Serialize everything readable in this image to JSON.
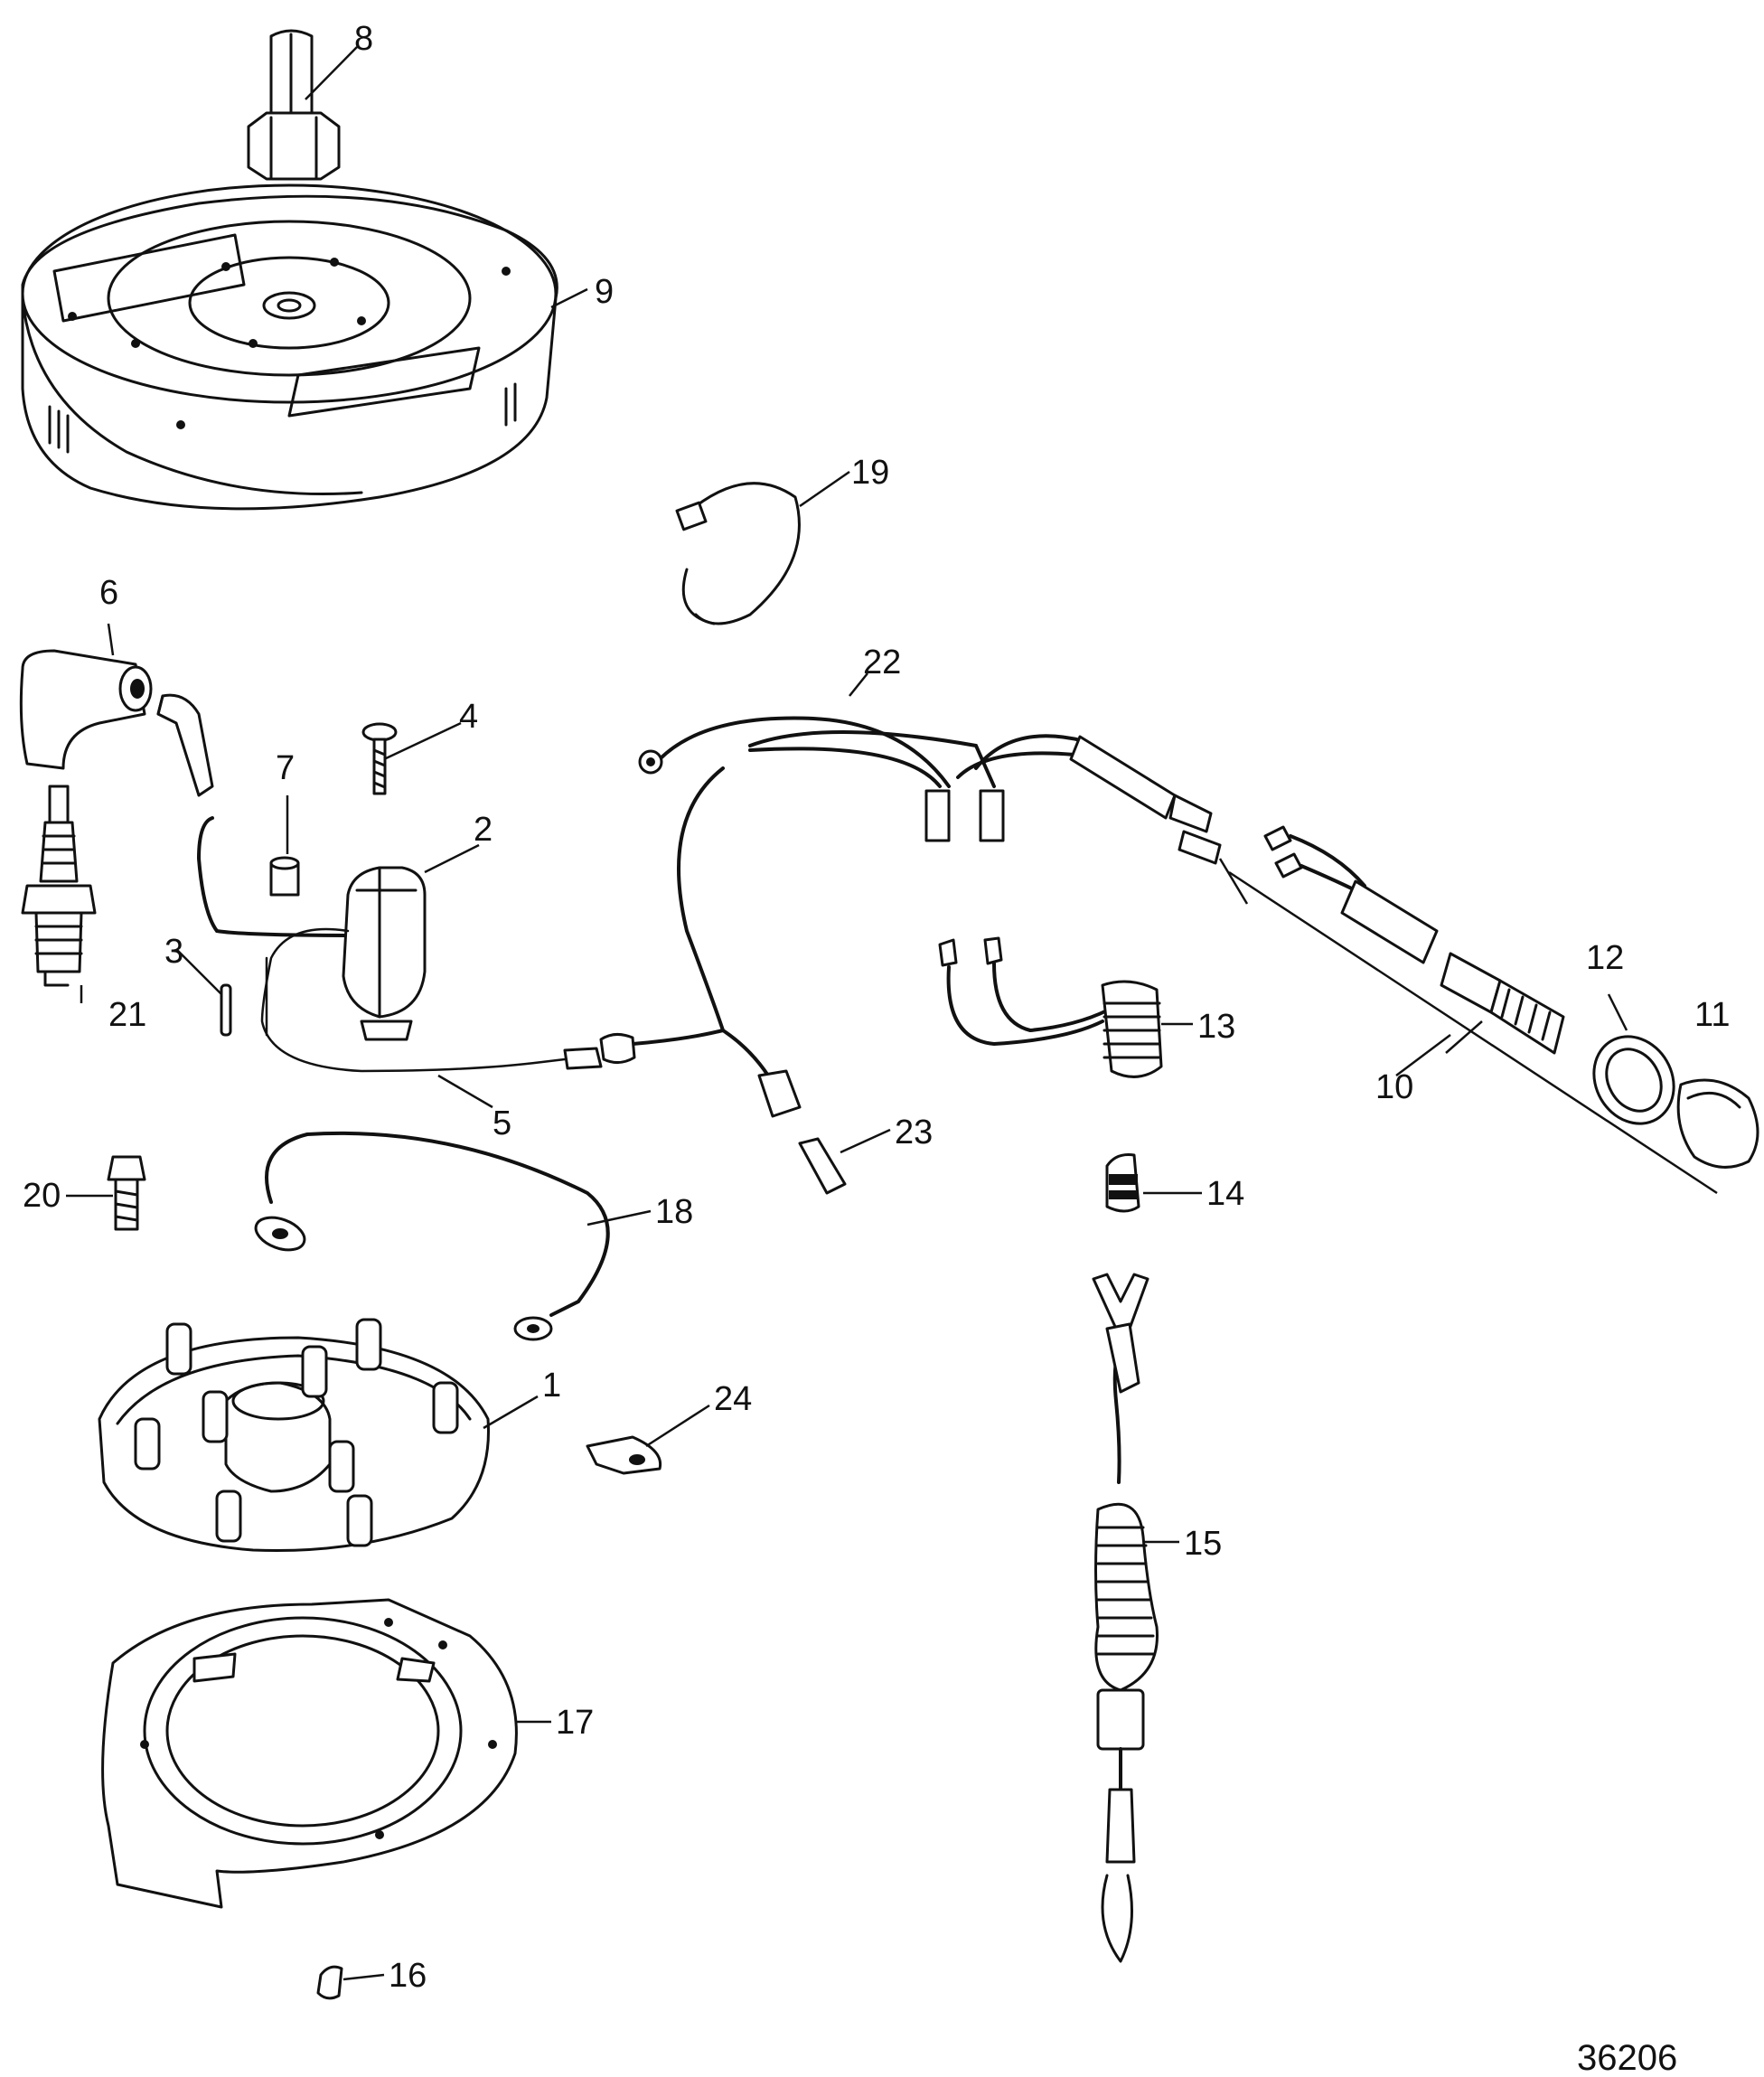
{
  "callouts": [
    {
      "id": "c1",
      "label": "1"
    },
    {
      "id": "c2",
      "label": "2"
    },
    {
      "id": "c3",
      "label": "3"
    },
    {
      "id": "c4",
      "label": "4"
    },
    {
      "id": "c5",
      "label": "5"
    },
    {
      "id": "c6",
      "label": "6"
    },
    {
      "id": "c7",
      "label": "7"
    },
    {
      "id": "c8",
      "label": "8"
    },
    {
      "id": "c9",
      "label": "9"
    },
    {
      "id": "c10",
      "label": "10"
    },
    {
      "id": "c11",
      "label": "11"
    },
    {
      "id": "c12",
      "label": "12"
    },
    {
      "id": "c13",
      "label": "13"
    },
    {
      "id": "c14",
      "label": "14"
    },
    {
      "id": "c15",
      "label": "15"
    },
    {
      "id": "c16",
      "label": "16"
    },
    {
      "id": "c17",
      "label": "17"
    },
    {
      "id": "c18",
      "label": "18"
    },
    {
      "id": "c19",
      "label": "19"
    },
    {
      "id": "c20",
      "label": "20"
    },
    {
      "id": "c21",
      "label": "21"
    },
    {
      "id": "c22",
      "label": "22"
    },
    {
      "id": "c23",
      "label": "23"
    },
    {
      "id": "c24",
      "label": "24"
    }
  ],
  "figure_id": "36206"
}
